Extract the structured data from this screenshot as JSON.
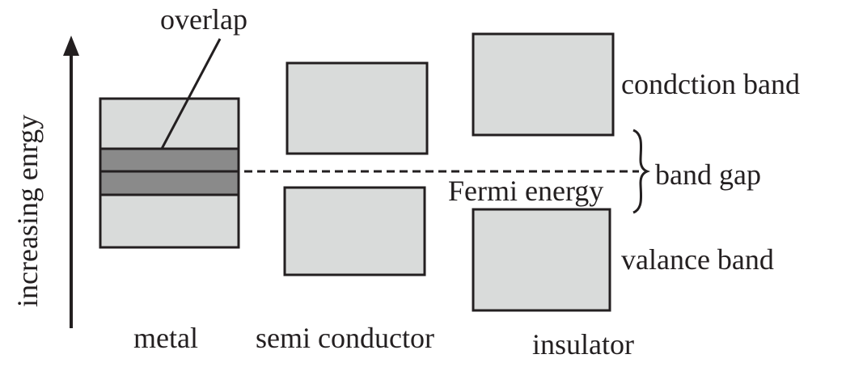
{
  "axis": {
    "label": "increasing enrgy"
  },
  "materials": [
    {
      "id": "metal",
      "label": "metal"
    },
    {
      "id": "semiconductor",
      "label": "semi conductor"
    },
    {
      "id": "insulator",
      "label": "insulator"
    }
  ],
  "annotations": {
    "overlap": "overlap",
    "conduction_band": "condction band",
    "band_gap": "band gap",
    "valence_band": "valance band",
    "fermi_energy": "Fermi energy"
  },
  "colors": {
    "band_fill": "#d9dbda",
    "overlap_fill": "#8a8a8a",
    "stroke": "#231f20"
  }
}
